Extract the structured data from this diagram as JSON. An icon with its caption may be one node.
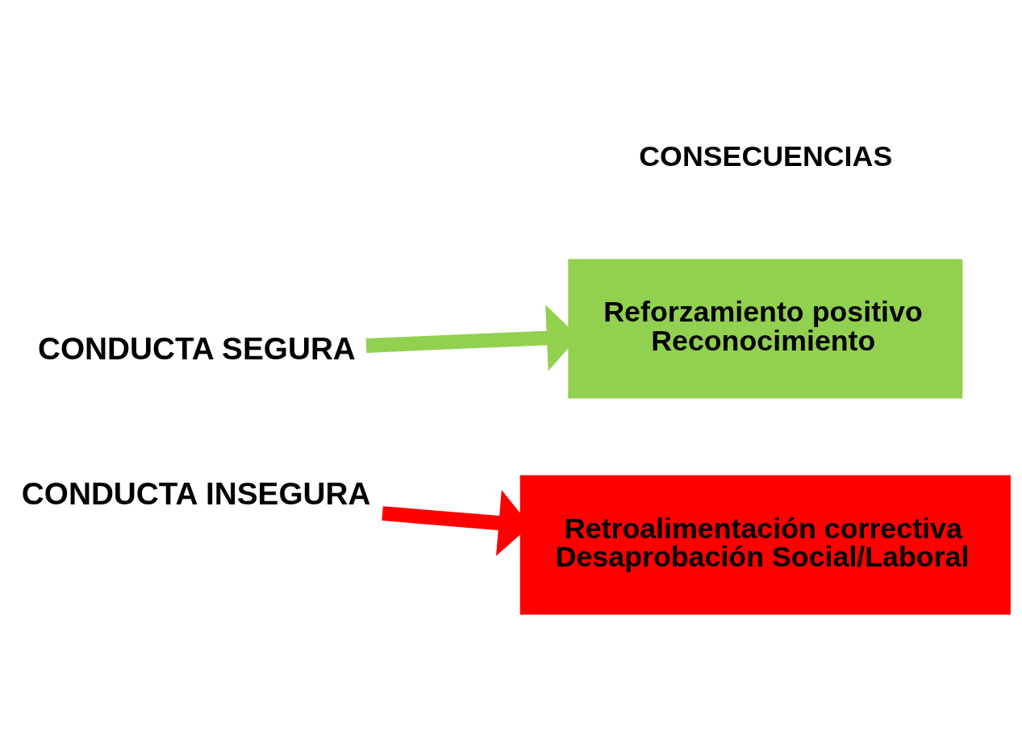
{
  "diagram": {
    "nodes": [
      {
        "text": [
          "CONDUCTA SEGURA"
        ]
      },
      {
        "text": [
          "Reforzamiento positivo",
          "Reconocimiento"
        ]
      },
      {
        "text": [
          "CONDUCTA INSEGURA"
        ]
      },
      {
        "text": [
          "Retroalimentación correctiva",
          "Desaprobación Social/Laboral"
        ]
      }
    ],
    "edges": [
      {
        "from": 0,
        "to": 1,
        "arrow": "to",
        "color": "#92d050"
      },
      {
        "from": 2,
        "to": 3,
        "arrow": "to",
        "color": "#ff0000"
      }
    ],
    "labels": [
      "CONSECUENCIAS"
    ]
  }
}
